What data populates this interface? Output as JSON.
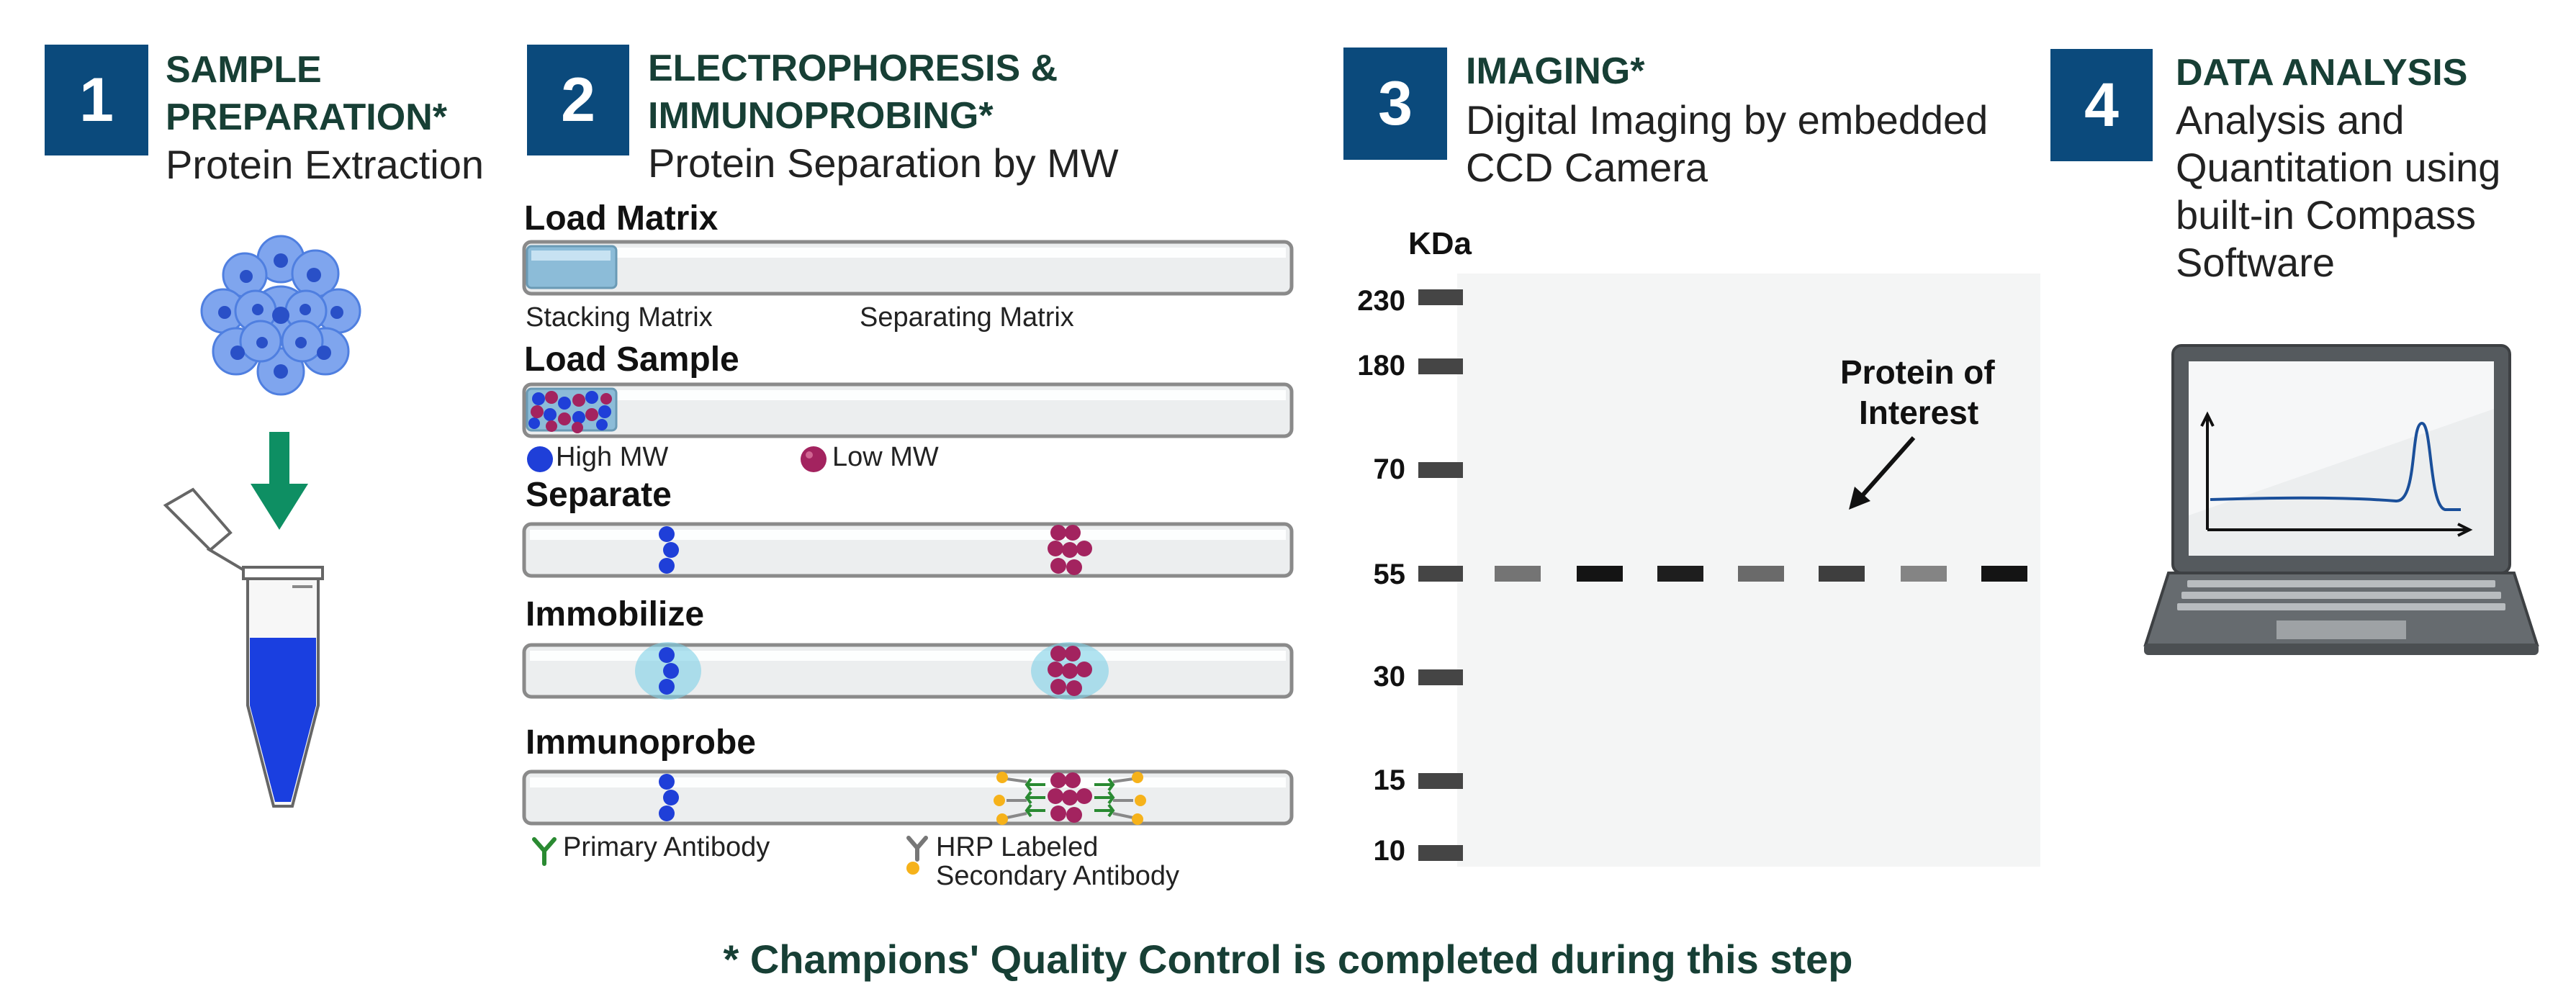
{
  "steps": [
    {
      "number": "1",
      "title": "SAMPLE\nPREPARATION*",
      "subtitle": "Protein Extraction"
    },
    {
      "number": "2",
      "title": "ELECTROPHORESIS &\nIMMUNOPROBING*",
      "subtitle": "Protein Separation by MW"
    },
    {
      "number": "3",
      "title": "IMAGING*",
      "subtitle": "Digital Imaging by embedded\nCCD Camera"
    },
    {
      "number": "4",
      "title": "DATA ANALYSIS",
      "subtitle": "Analysis and\nQuantitation using\nbuilt-in Compass\nSoftware"
    }
  ],
  "capillary": {
    "rows": [
      "Load Matrix",
      "Load Sample",
      "Separate",
      "Immobilize",
      "Immunoprobe"
    ],
    "stacking_label": "Stacking Matrix",
    "separating_label": "Separating Matrix",
    "legend_high": "High MW",
    "legend_low": "Low MW",
    "primary_antibody": "Primary Antibody",
    "secondary_antibody_1": "HRP Labeled",
    "secondary_antibody_2": "Secondary Antibody"
  },
  "imaging": {
    "unit_label": "KDa",
    "ladder": [
      "230",
      "180",
      "70",
      "55",
      "30",
      "15",
      "10"
    ],
    "annotation_1": "Protein of",
    "annotation_2": "Interest"
  },
  "footer": "* Champions' Quality Control is completed during this step",
  "colors": {
    "badge": "#0b4a7c",
    "title": "#173f35",
    "high_mw": "#1f3fd8",
    "low_mw": "#a3235f",
    "arrow_green": "#0e8f63",
    "tube_blue": "#1a3fe0"
  }
}
